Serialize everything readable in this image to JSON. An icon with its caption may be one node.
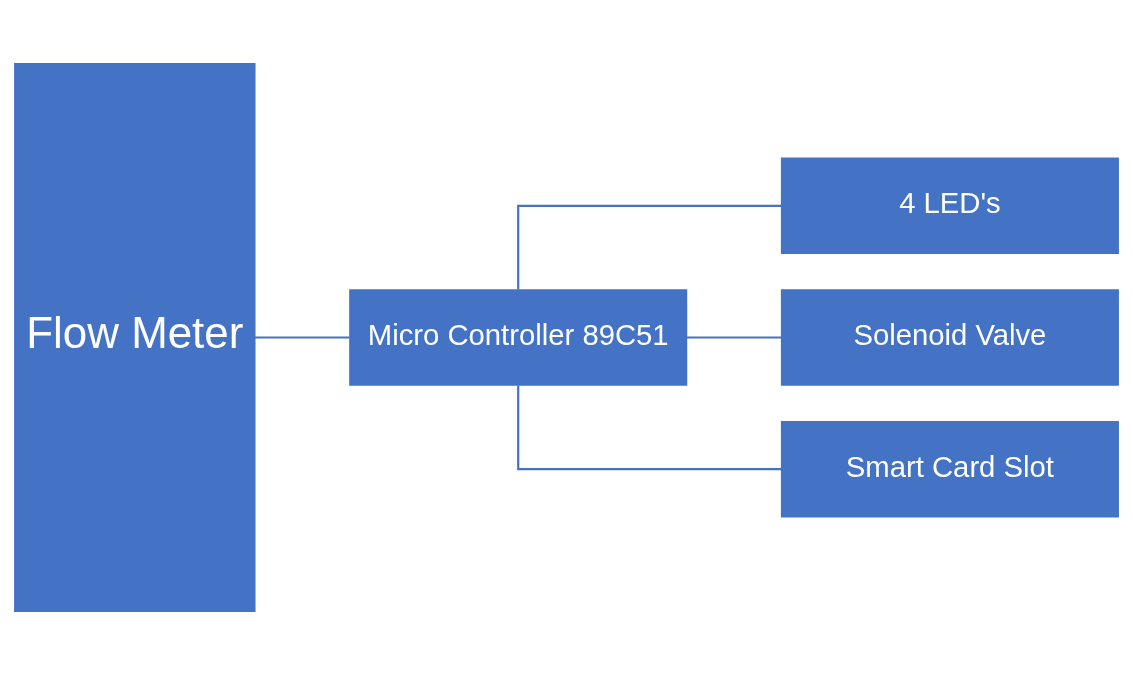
{
  "diagram": {
    "nodes": [
      {
        "text": [
          "Flow Meter"
        ]
      },
      {
        "text": [
          "Micro Controller 89C51"
        ]
      },
      {
        "text": [
          "4 LED's"
        ]
      },
      {
        "text": [
          "Solenoid Valve"
        ]
      },
      {
        "text": [
          "Smart Card Slot"
        ]
      }
    ],
    "edges": [
      {
        "from": 0,
        "to": 1,
        "arrow": "none"
      },
      {
        "from": 1,
        "to": 2,
        "arrow": "none"
      },
      {
        "from": 1,
        "to": 3,
        "arrow": "none"
      },
      {
        "from": 1,
        "to": 4,
        "arrow": "none"
      }
    ]
  }
}
